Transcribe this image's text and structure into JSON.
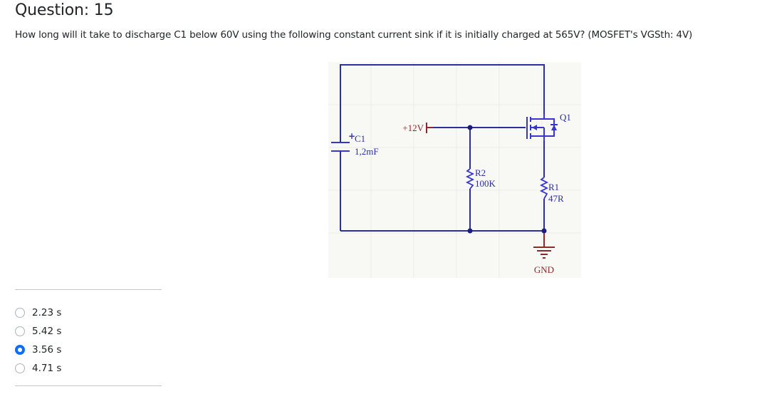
{
  "question": {
    "title": "Question: 15",
    "text": "How long will it take to discharge C1 below 60V using the following constant current sink if it is initially charged at 565V? (MOSFET's VGSth: 4V)"
  },
  "schematic": {
    "supply_label": "+12V",
    "c1_name": "C1",
    "c1_value": "1,2mF",
    "c1_polarity": "+",
    "r2_name": "R2",
    "r2_value": "100K",
    "r1_name": "R1",
    "r1_value": "47R",
    "q1_name": "Q1",
    "gnd_label": "GND",
    "colors": {
      "wire": "#2b2f9e",
      "component": "#3535d0",
      "power": "#8b2a2a",
      "background": "#f8f8f5"
    }
  },
  "answers": {
    "options": [
      {
        "label": "2.23 s",
        "selected": false
      },
      {
        "label": "5.42 s",
        "selected": false
      },
      {
        "label": "3.56 s",
        "selected": true
      },
      {
        "label": "4.71 s",
        "selected": false
      }
    ],
    "accent_color": "#0d6efd"
  }
}
